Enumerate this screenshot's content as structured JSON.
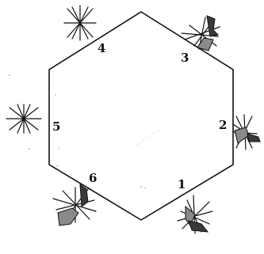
{
  "hexagon": {
    "edge_labels": [
      "1",
      "2",
      "3",
      "4",
      "5",
      "6"
    ]
  },
  "burst_markers": [
    {
      "edge": "1",
      "kind": "burst-with-wings"
    },
    {
      "edge": "2",
      "kind": "burst-with-wings"
    },
    {
      "edge": "3",
      "kind": "burst-with-wings"
    },
    {
      "edge": "4",
      "kind": "plain-burst"
    },
    {
      "edge": "5",
      "kind": "plain-burst"
    },
    {
      "edge": "6",
      "kind": "burst-with-wings"
    }
  ],
  "colors": {
    "line": "#111111",
    "wing_fill": "#8a8a8a",
    "wing_dark": "#3a3a3a",
    "background": "#ffffff"
  }
}
